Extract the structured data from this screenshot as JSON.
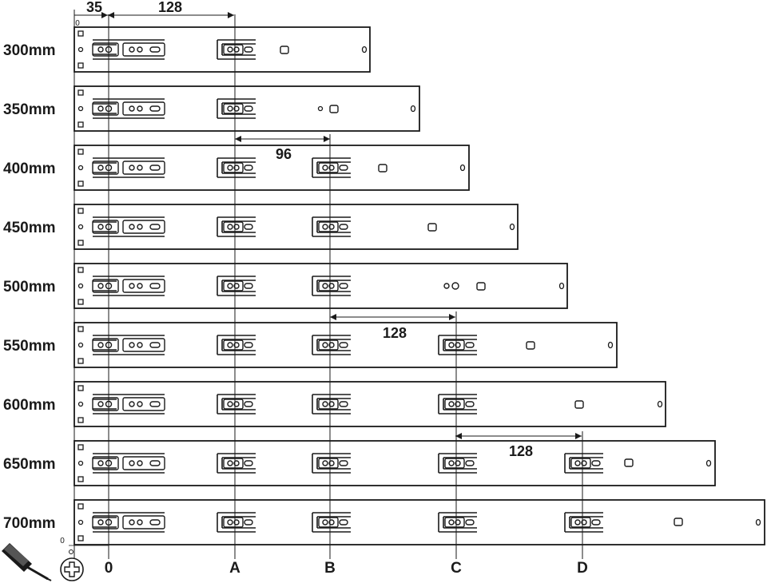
{
  "rail_lengths": [
    "300mm",
    "350mm",
    "400mm",
    "450mm",
    "500mm",
    "550mm",
    "600mm",
    "650mm",
    "700mm"
  ],
  "top_dimensions": {
    "offset": "35",
    "spacing": "128"
  },
  "spacing_callouts": [
    "96",
    "128",
    "128"
  ],
  "hole_positions": [
    "0",
    "A",
    "B",
    "C",
    "D"
  ],
  "origin_marks": [
    "0",
    "0"
  ],
  "icons": {
    "tool": "screwdriver-icon",
    "screw": "phillips-screw-icon"
  },
  "colors": {
    "line": "#1a1a1a",
    "background": "#ffffff"
  }
}
